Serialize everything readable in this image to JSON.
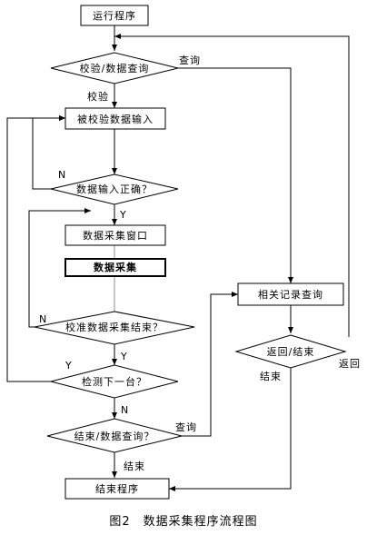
{
  "nodes": {
    "start": "运行程序",
    "verify_query": "校验/数据查询",
    "input_data": "被校验数据输入",
    "input_correct": "数据输入正确？",
    "collect_window": "数据采集窗口",
    "collect": "数据采集",
    "calib_end": "校准数据采集结束？",
    "next_unit": "检测下一台？",
    "end_query": "结束/数据查询？",
    "end_program": "结束程序",
    "related_query": "相关记录查询",
    "return_end": "返回/结束"
  },
  "edge_labels": {
    "query_1": "查询",
    "verify": "校验",
    "n_1": "N",
    "y_1": "Y",
    "n_2": "N",
    "y_2": "Y",
    "y_3": "Y",
    "n_3": "N",
    "query_2": "查询",
    "end_1": "结束",
    "end_2": "结束",
    "return": "返回"
  },
  "caption": "图2　数据采集程序流程图"
}
